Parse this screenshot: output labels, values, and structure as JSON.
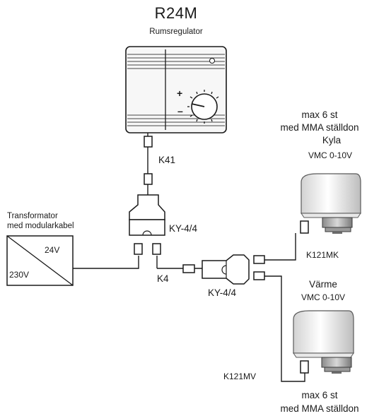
{
  "thermostat": {
    "model": "R24M",
    "subtitle": "Rumsregulator",
    "plus_sign": "+",
    "minus_sign": "–"
  },
  "cables": {
    "k41": "K41",
    "k4": "K4",
    "k121mk": "K121MK",
    "k121mv": "K121MV"
  },
  "junction_boxes": {
    "upper": "KY-4/4",
    "lower": "KY-4/4"
  },
  "transformer": {
    "title_line1": "Transformator",
    "title_line2": "med modularkabel",
    "out_voltage": "24V",
    "in_voltage": "230V"
  },
  "actuator_cooling": {
    "count_line1": "max 6 st",
    "count_line2": "med MMA ställdon",
    "mode": "Kyla",
    "signal": "VMC 0-10V"
  },
  "actuator_heating": {
    "mode": "Värme",
    "signal": "VMC 0-10V",
    "count_line1": "max 6 st",
    "count_line2": "med MMA ställdon"
  }
}
